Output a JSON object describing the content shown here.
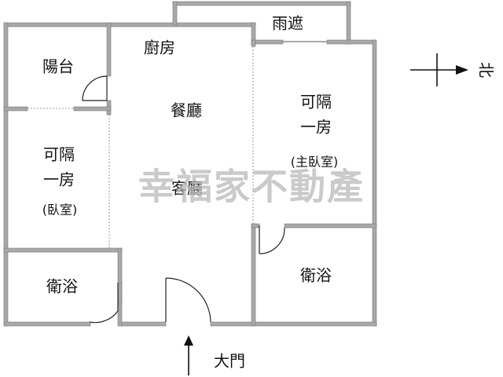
{
  "rooms": {
    "balcony": "陽台",
    "kitchen": "廚房",
    "canopy": "雨遮",
    "dining": "餐廳",
    "living": "客廳",
    "bedroom_left_line1": "可隔",
    "bedroom_left_line2": "一房",
    "bedroom_left_note": "(臥室)",
    "bedroom_right_line1": "可隔",
    "bedroom_right_line2": "一房",
    "bedroom_right_note": "(主臥室)",
    "bath_left": "衛浴",
    "bath_right": "衛浴"
  },
  "entrance_label": "大門",
  "north_label": "北",
  "watermark": "幸福家不動產",
  "colors": {
    "wall": "#a8a8a8",
    "wall_stroke": "#7a7a7a",
    "door": "#222222",
    "dashed": "#9a9a9a",
    "watermark": "#b9b9b9"
  }
}
